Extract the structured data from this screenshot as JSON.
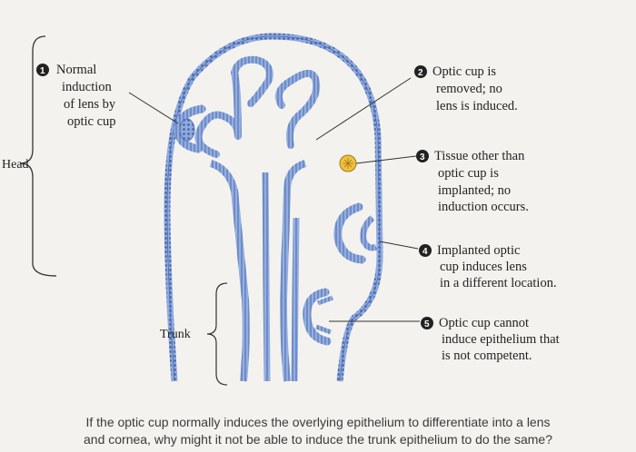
{
  "labels": {
    "head": "Head",
    "trunk": "Trunk"
  },
  "steps": [
    {
      "num": "1",
      "lines": [
        "Normal",
        "induction",
        "of lens by",
        "optic cup"
      ]
    },
    {
      "num": "2",
      "lines": [
        "Optic cup is",
        "removed; no",
        "lens is induced."
      ]
    },
    {
      "num": "3",
      "lines": [
        "Tissue other than",
        "optic cup is",
        "implanted; no",
        "induction occurs."
      ]
    },
    {
      "num": "4",
      "lines": [
        "Implanted optic",
        "cup induces lens",
        "in a different location."
      ]
    },
    {
      "num": "5",
      "lines": [
        "Optic cup cannot",
        "induce epithelium that",
        "is not competent."
      ]
    }
  ],
  "question": {
    "line1": "If the optic cup normally induces the overlying epithelium to differentiate into a lens",
    "line2": "and cornea, why might it not be able to induce the trunk epithelium to do the same?"
  },
  "colors": {
    "tissue_fill": "#7f9ed6",
    "tissue_edge": "#4c6aa8",
    "implant_fill": "#f0c040",
    "line": "#333333"
  }
}
